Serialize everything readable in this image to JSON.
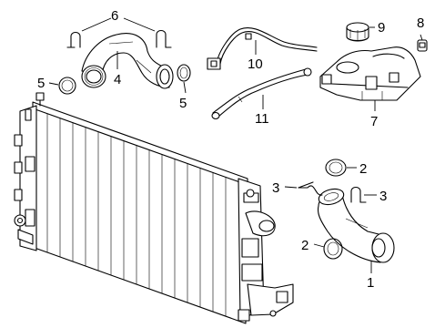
{
  "callouts": {
    "c1": "1",
    "c2a": "2",
    "c2b": "2",
    "c3a": "3",
    "c3b": "3",
    "c4": "4",
    "c5a": "5",
    "c5b": "5",
    "c6": "6",
    "c7": "7",
    "c8": "8",
    "c9": "9",
    "c10": "10",
    "c11": "11"
  }
}
